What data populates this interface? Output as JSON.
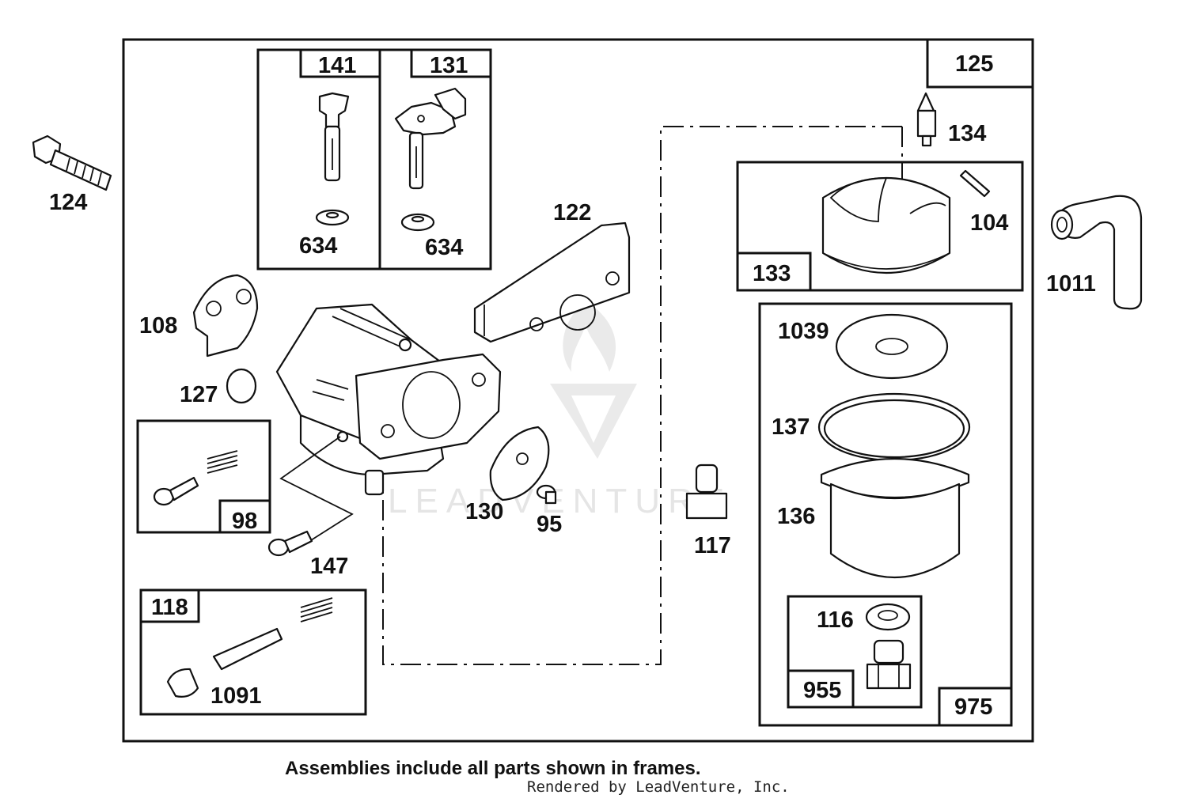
{
  "labels": {
    "p124": "124",
    "p141": "141",
    "p131": "131",
    "p125": "125",
    "p134": "134",
    "p634a": "634",
    "p634b": "634",
    "p122": "122",
    "p104": "104",
    "p133": "133",
    "p1011": "1011",
    "p108": "108",
    "p1039": "1039",
    "p127": "127",
    "p137": "137",
    "p98": "98",
    "p130": "130",
    "p95": "95",
    "p136": "136",
    "p117": "117",
    "p147": "147",
    "p118": "118",
    "p116": "116",
    "p1091": "1091",
    "p955": "955",
    "p975": "975"
  },
  "footer": {
    "note": "Assemblies include all parts shown in frames.",
    "rendered": "Rendered by LeadVenture, Inc."
  },
  "watermark": {
    "text": "LEADVENTURE"
  }
}
